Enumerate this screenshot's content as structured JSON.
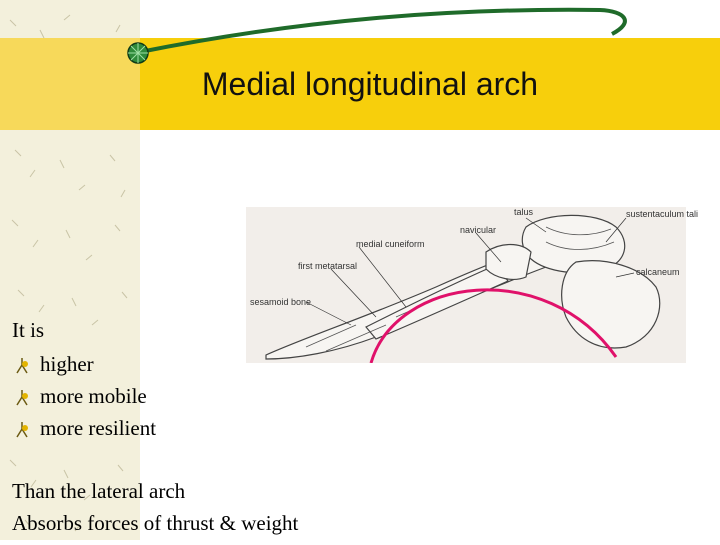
{
  "slide": {
    "title": "Medial longitudinal arch",
    "intro": "It is",
    "bullets": [
      "higher",
      "more mobile",
      "more resilient"
    ],
    "lines": [
      "Than the lateral arch",
      "Absorbs forces of thrust & weight"
    ]
  },
  "figure": {
    "labels": {
      "talus": "talus",
      "sustentaculum": "sustentaculum tali",
      "navicular": "navicular",
      "medial_cuneiform": "medial cuneiform",
      "first_metatarsal": "first metatarsal",
      "calcaneum": "calcaneum",
      "sesamoid": "sesamoid bone"
    },
    "arch_color": "#e0116a"
  },
  "colors": {
    "accent_band": "#f7cf0c",
    "curve": "#1f6b2a",
    "sidebar": "#f3f0dc"
  },
  "icons": {
    "bullet": "flower-bullet-icon",
    "orb": "green-orb-icon"
  }
}
